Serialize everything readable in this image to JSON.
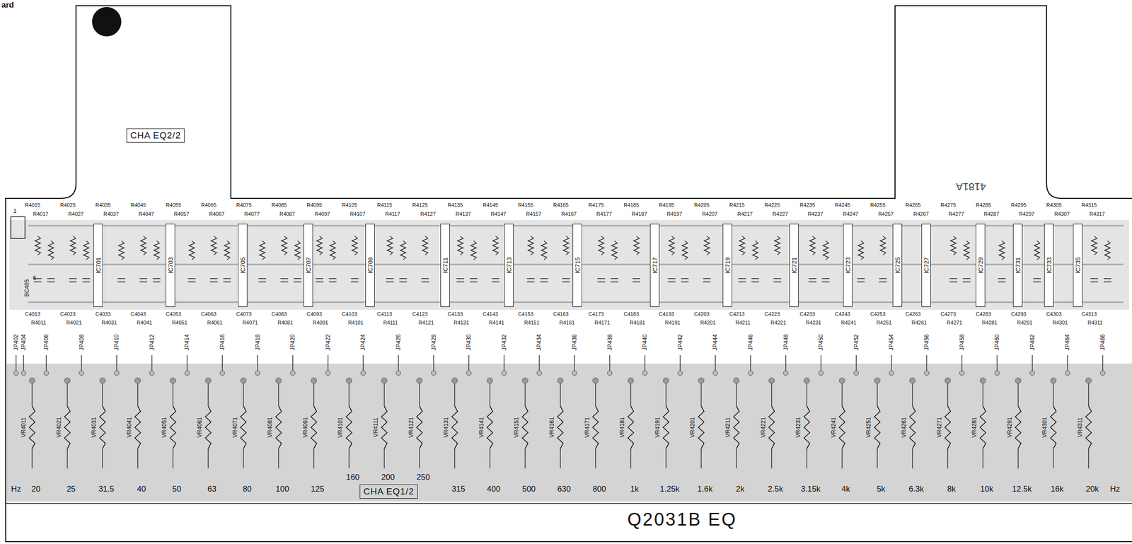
{
  "diagram": {
    "nodes": [
      {
        "text": [
          "CHA EQ2/2"
        ]
      },
      {
        "text": [
          "CHA EQ1/2"
        ]
      },
      {
        "text": [
          "IC701"
        ]
      },
      {
        "text": [
          "IC703"
        ]
      },
      {
        "text": [
          "IC705"
        ]
      },
      {
        "text": [
          "IC707"
        ]
      },
      {
        "text": [
          "IC709"
        ]
      },
      {
        "text": [
          "IC711"
        ]
      },
      {
        "text": [
          "IC713"
        ]
      },
      {
        "text": [
          "IC715"
        ]
      },
      {
        "text": [
          "IC717"
        ]
      },
      {
        "text": [
          "IC719"
        ]
      },
      {
        "text": [
          "IC721"
        ]
      },
      {
        "text": [
          "IC723"
        ]
      },
      {
        "text": [
          "IC725"
        ]
      },
      {
        "text": [
          "IC727"
        ]
      },
      {
        "text": [
          "IC729"
        ]
      },
      {
        "text": [
          "IC731"
        ]
      },
      {
        "text": [
          "IC733"
        ]
      },
      {
        "text": [
          "IC735"
        ]
      }
    ],
    "labels": [
      "ard",
      "Hz",
      "20",
      "25",
      "31.5",
      "40",
      "50",
      "63",
      "80",
      "100",
      "125",
      "160",
      "200",
      "250",
      "315",
      "400",
      "500",
      "630",
      "800",
      "1k",
      "1.25k",
      "1.6k",
      "2k",
      "2.5k",
      "3.15k",
      "4k",
      "5k",
      "6.3k",
      "8k",
      "10k",
      "12.5k",
      "16k",
      "20k",
      "Hz",
      "VR4011",
      "VR4021",
      "VR4031",
      "VR4041",
      "VR4051",
      "VR4061",
      "VR4071",
      "VR4081",
      "VR4091",
      "VR4101",
      "VR4111",
      "VR4121",
      "VR4131",
      "VR4141",
      "VR4151",
      "VR4161",
      "VR4171",
      "VR4181",
      "VR4191",
      "VR4201",
      "VR4211",
      "VR4221",
      "VR4231",
      "VR4241",
      "VR4251",
      "VR4261",
      "VR4271",
      "VR4281",
      "VR4291",
      "VR4301",
      "VR4311",
      "JP402",
      "JP404",
      "JP406",
      "JP408",
      "JP410",
      "JP412",
      "JP414",
      "JP416",
      "JP418",
      "JP420",
      "JP422",
      "JP424",
      "JP426",
      "JP428",
      "JP430",
      "JP432",
      "JP434",
      "JP436",
      "JP438",
      "JP440",
      "JP442",
      "JP444",
      "JP446",
      "JP448",
      "JP450",
      "JP452",
      "JP454",
      "JP456",
      "JP458",
      "JP460",
      "JP462",
      "JP464",
      "JP466",
      "R4015",
      "R4025",
      "R4035",
      "R4045",
      "R4055",
      "R4065",
      "R4075",
      "R4085",
      "R4095",
      "R4105",
      "R4115",
      "R4125",
      "R4135",
      "R4145",
      "R4155",
      "R4165",
      "R4175",
      "R4185",
      "R4195",
      "R4205",
      "R4215",
      "R4225",
      "R4235",
      "R4245",
      "R4255",
      "R4265",
      "R4275",
      "R4285",
      "R4295",
      "R4305",
      "R4315",
      "R4017",
      "R4027",
      "R4037",
      "R4047",
      "R4057",
      "R4067",
      "R4077",
      "R4087",
      "R4097",
      "R4107",
      "R4117",
      "R4127",
      "R4137",
      "R4147",
      "R4157",
      "R4167",
      "R4177",
      "R4187",
      "R4197",
      "R4207",
      "R4217",
      "R4227",
      "R4237",
      "R4247",
      "R4257",
      "R4267",
      "R4277",
      "R4287",
      "R4297",
      "R4307",
      "R4317",
      "C4013",
      "C4023",
      "C4033",
      "C4043",
      "C4053",
      "C4063",
      "C4073",
      "C4083",
      "C4093",
      "C4103",
      "C4113",
      "C4123",
      "C4133",
      "C4143",
      "C4153",
      "C4163",
      "C4173",
      "C4183",
      "C4193",
      "C4203",
      "C4213",
      "C4223",
      "C4233",
      "C4243",
      "C4253",
      "C4263",
      "C4273",
      "C4283",
      "C4293",
      "C4303",
      "C4313",
      "R4011",
      "R4021",
      "R4031",
      "R4041",
      "R4051",
      "R4061",
      "R4071",
      "R4081",
      "R4091",
      "R4101",
      "R4111",
      "R4121",
      "R4131",
      "R4141",
      "R4151",
      "R4161",
      "R4171",
      "R4181",
      "R4191",
      "R4201",
      "R4211",
      "R4221",
      "R4231",
      "R4241",
      "R4251",
      "R4261",
      "R4271",
      "R4281",
      "R4291",
      "R4301",
      "R4311",
      "Q2031B EQ",
      "4181A",
      "1",
      "6",
      "BC405"
    ]
  }
}
